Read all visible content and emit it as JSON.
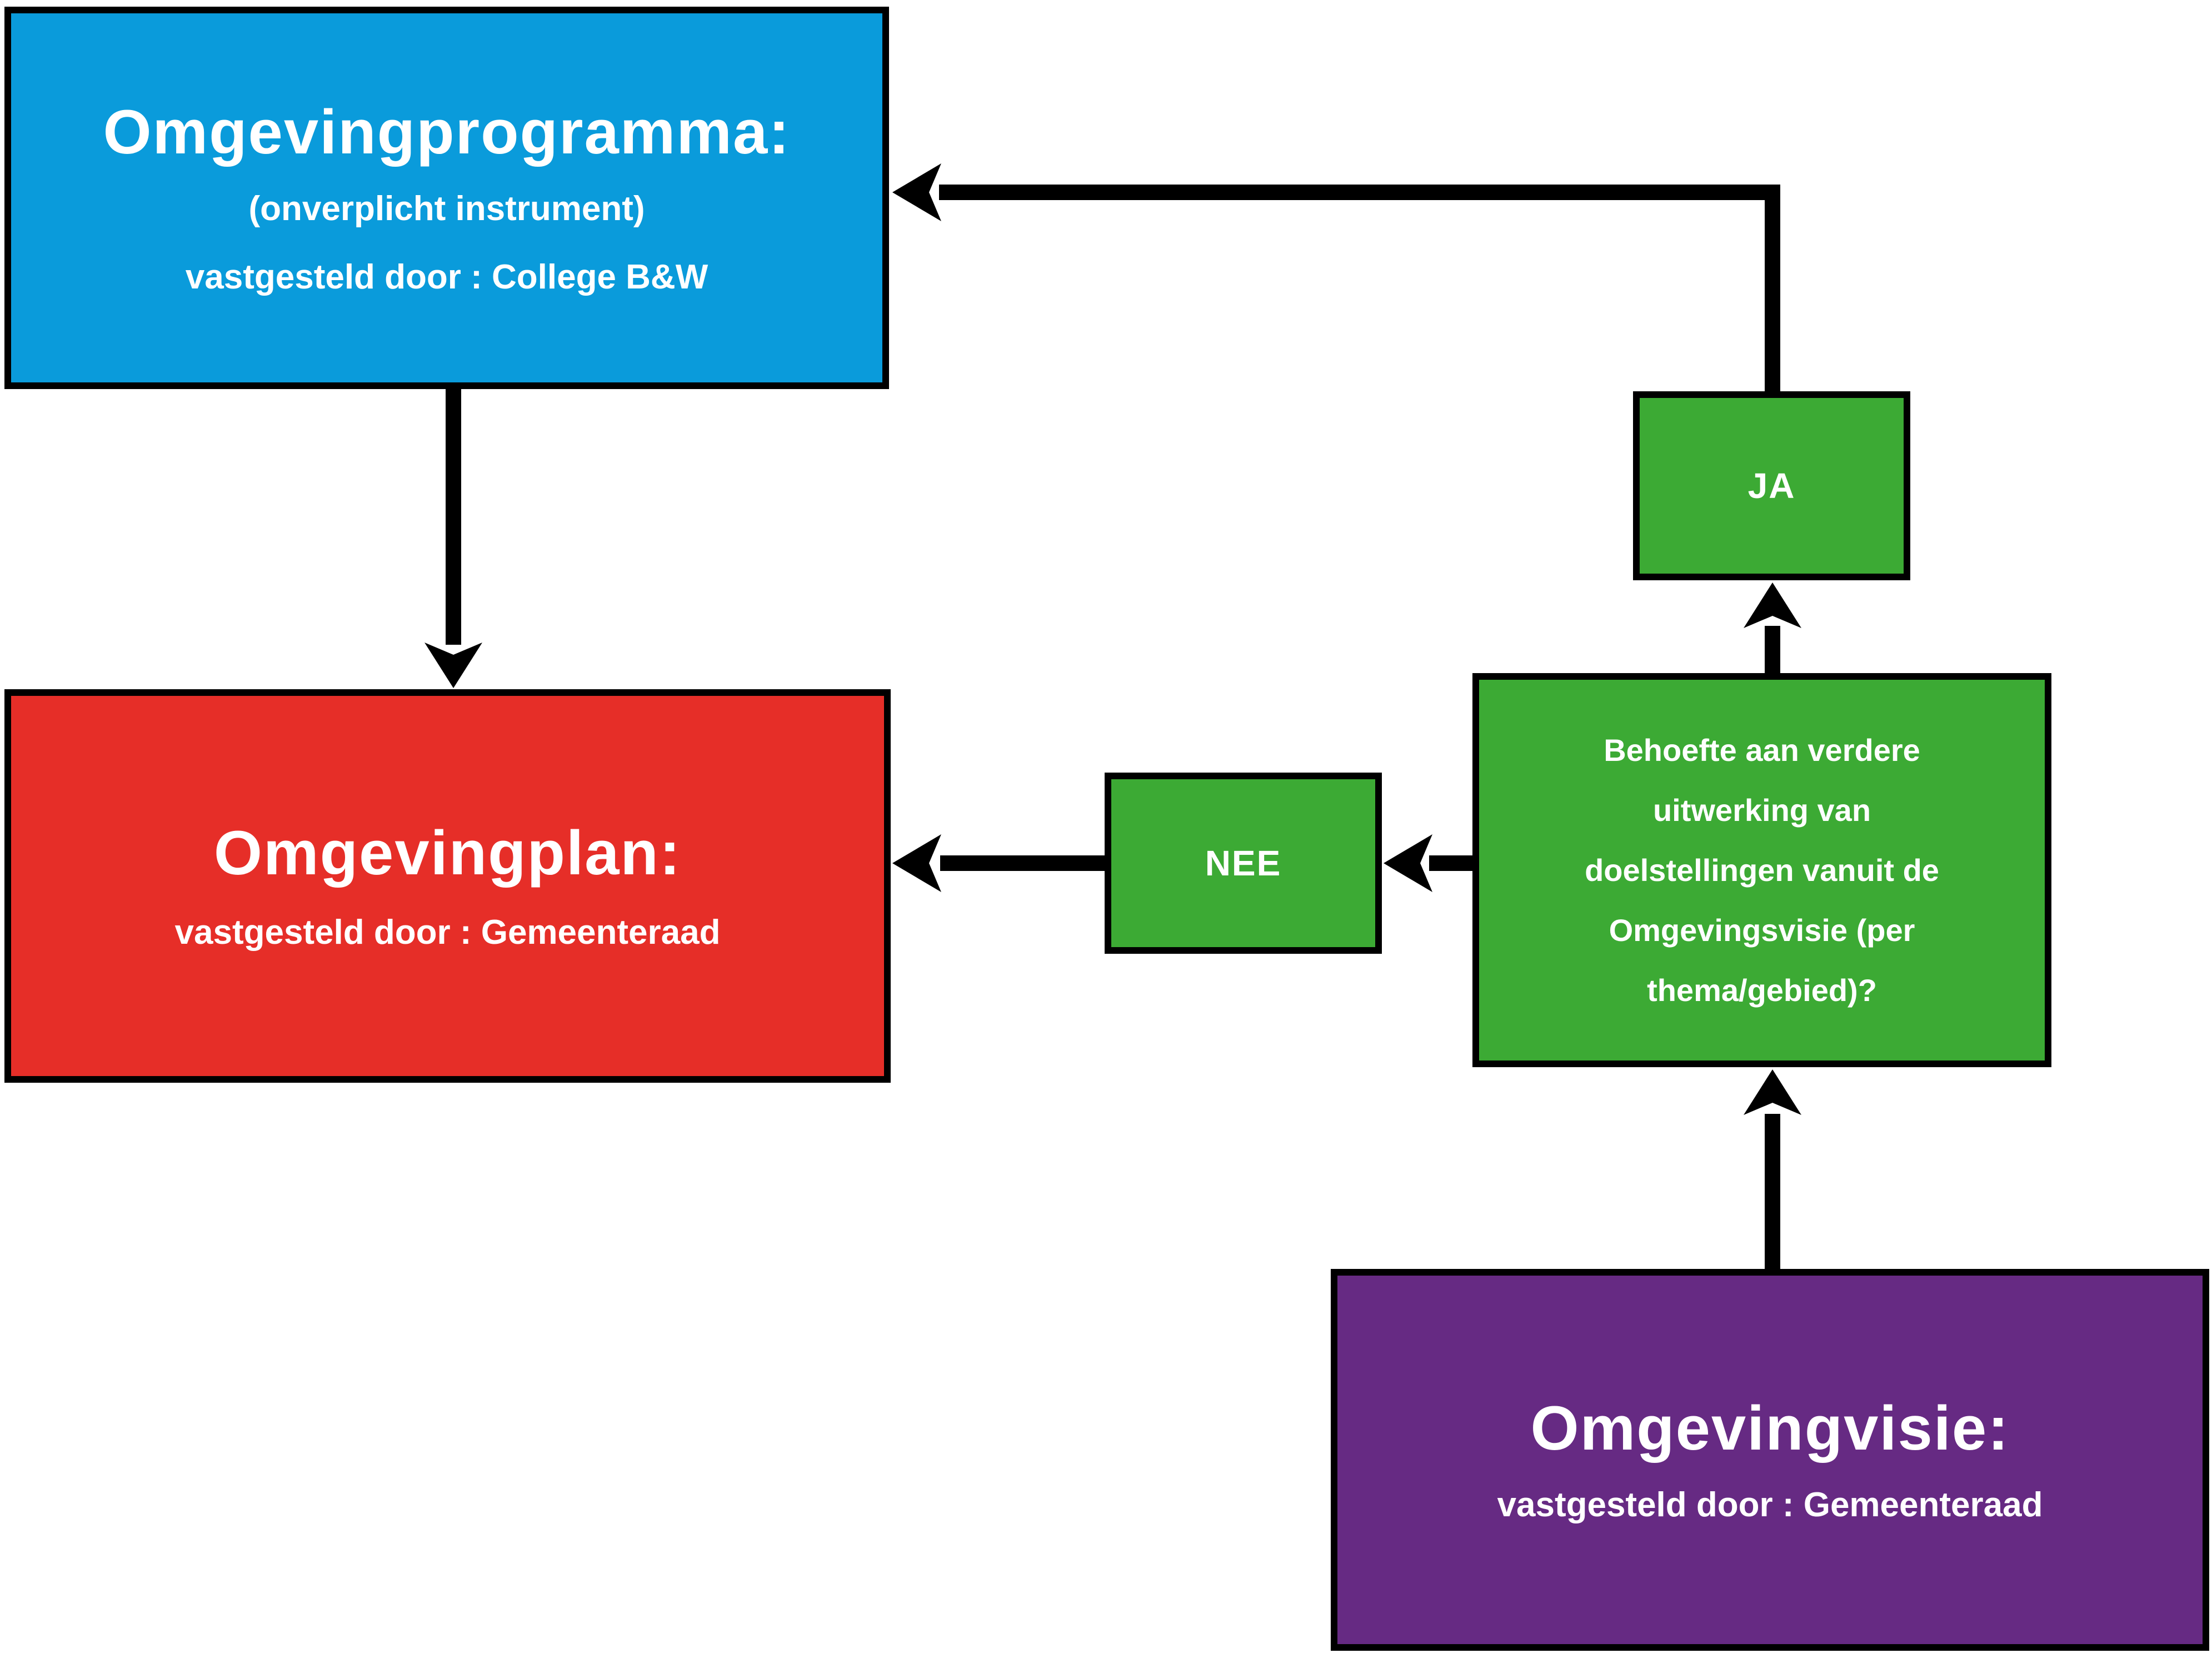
{
  "diagram": {
    "background": "#ffffff",
    "line_color": "#000000",
    "text_color": "#ffffff",
    "boxes": {
      "omgevingprogramma": {
        "title": "Omgevingprogramma:",
        "subtitle": "(onverplicht instrument)",
        "footer": "vastgesteld door : College B&W",
        "color": "#0a9bdb"
      },
      "omgevingplan": {
        "title": "Omgevingplan:",
        "footer": "vastgesteld door : Gemeenteraad",
        "color": "#e62e28"
      },
      "omgevingvisie": {
        "title": "Omgevingvisie:",
        "footer": "vastgesteld door : Gemeenteraad",
        "color": "#662a83"
      },
      "decision": {
        "line1": "Behoefte aan verdere",
        "line2": "uitwerking van",
        "line3": "doelstellingen vanuit de",
        "line4": "Omgevingsvisie (per",
        "line5": "thema/gebied)?",
        "color": "#3caa34"
      },
      "ja": {
        "label": "JA",
        "color": "#3caa34"
      },
      "nee": {
        "label": "NEE",
        "color": "#3caa34"
      }
    }
  }
}
